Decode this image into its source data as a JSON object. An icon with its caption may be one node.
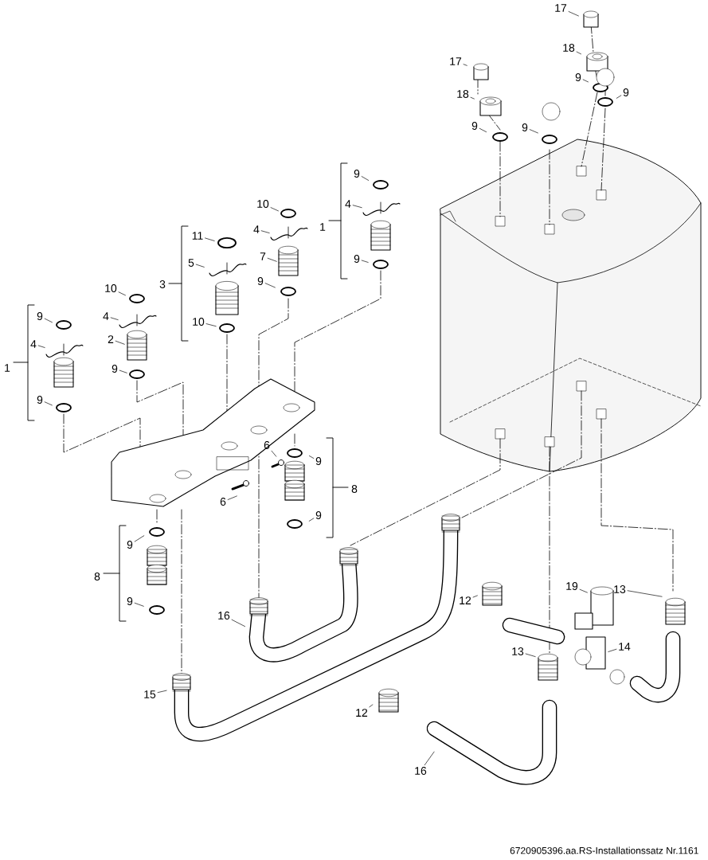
{
  "diagram": {
    "nodes": [
      {
        "text": [
          "17"
        ]
      },
      {
        "text": [
          "18"
        ]
      },
      {
        "text": [
          "9"
        ]
      },
      {
        "text": [
          "9"
        ]
      },
      {
        "text": [
          "17"
        ]
      },
      {
        "text": [
          "18"
        ]
      },
      {
        "text": [
          "9"
        ]
      },
      {
        "text": [
          "9"
        ]
      },
      {
        "text": [
          "9"
        ]
      },
      {
        "text": [
          "4"
        ]
      },
      {
        "text": [
          "10"
        ]
      },
      {
        "text": [
          "9"
        ]
      },
      {
        "text": [
          "11"
        ]
      },
      {
        "text": [
          "4"
        ]
      },
      {
        "text": [
          "7"
        ]
      },
      {
        "text": [
          "5"
        ]
      },
      {
        "text": [
          "9"
        ]
      },
      {
        "text": [
          "10"
        ]
      },
      {
        "text": [
          "9"
        ]
      },
      {
        "text": [
          "4"
        ]
      },
      {
        "text": [
          "10"
        ]
      },
      {
        "text": [
          "2"
        ]
      },
      {
        "text": [
          "4"
        ]
      },
      {
        "text": [
          "9"
        ]
      },
      {
        "text": [
          "9"
        ]
      },
      {
        "text": [
          "6"
        ]
      },
      {
        "text": [
          "9"
        ]
      },
      {
        "text": [
          "6"
        ]
      },
      {
        "text": [
          "9"
        ]
      },
      {
        "text": [
          "9"
        ]
      },
      {
        "text": [
          "9"
        ]
      },
      {
        "text": [
          "12"
        ]
      },
      {
        "text": [
          "19"
        ]
      },
      {
        "text": [
          "13"
        ]
      },
      {
        "text": [
          "16"
        ]
      },
      {
        "text": [
          "14"
        ]
      },
      {
        "text": [
          "13"
        ]
      },
      {
        "text": [
          "15"
        ]
      },
      {
        "text": [
          "12"
        ]
      },
      {
        "text": [
          "16"
        ]
      }
    ],
    "edges": [
      {
        "from": 0,
        "to": null,
        "arrow": "none"
      },
      {
        "from": 1,
        "to": null,
        "arrow": "none"
      },
      {
        "from": 2,
        "to": null,
        "arrow": "none"
      },
      {
        "from": 3,
        "to": null,
        "arrow": "none"
      },
      {
        "from": 4,
        "to": null,
        "arrow": "none"
      },
      {
        "from": 5,
        "to": null,
        "arrow": "none"
      },
      {
        "from": 6,
        "to": null,
        "arrow": "none"
      },
      {
        "from": 7,
        "to": null,
        "arrow": "none"
      },
      {
        "from": 8,
        "to": null,
        "arrow": "none"
      },
      {
        "from": 9,
        "to": null,
        "arrow": "none"
      },
      {
        "from": 10,
        "to": null,
        "arrow": "none"
      },
      {
        "from": 11,
        "to": null,
        "arrow": "none"
      },
      {
        "from": 12,
        "to": null,
        "arrow": "none"
      },
      {
        "from": 13,
        "to": null,
        "arrow": "none"
      },
      {
        "from": 14,
        "to": null,
        "arrow": "none"
      },
      {
        "from": 15,
        "to": null,
        "arrow": "none"
      },
      {
        "from": 16,
        "to": null,
        "arrow": "none"
      },
      {
        "from": 17,
        "to": null,
        "arrow": "none"
      },
      {
        "from": 18,
        "to": null,
        "arrow": "none"
      },
      {
        "from": 19,
        "to": null,
        "arrow": "none"
      },
      {
        "from": 20,
        "to": null,
        "arrow": "none"
      },
      {
        "from": 21,
        "to": null,
        "arrow": "none"
      },
      {
        "from": 22,
        "to": null,
        "arrow": "none"
      },
      {
        "from": 23,
        "to": null,
        "arrow": "none"
      },
      {
        "from": 24,
        "to": null,
        "arrow": "none"
      },
      {
        "from": 25,
        "to": null,
        "arrow": "none"
      },
      {
        "from": 26,
        "to": null,
        "arrow": "none"
      },
      {
        "from": 27,
        "to": null,
        "arrow": "none"
      },
      {
        "from": 28,
        "to": null,
        "arrow": "none"
      },
      {
        "from": 29,
        "to": null,
        "arrow": "none"
      },
      {
        "from": 30,
        "to": null,
        "arrow": "none"
      },
      {
        "from": 31,
        "to": null,
        "arrow": "none"
      },
      {
        "from": 32,
        "to": null,
        "arrow": "none"
      },
      {
        "from": 33,
        "to": null,
        "arrow": "none"
      },
      {
        "from": 34,
        "to": null,
        "arrow": "none"
      },
      {
        "from": 35,
        "to": null,
        "arrow": "none"
      },
      {
        "from": 36,
        "to": null,
        "arrow": "none"
      },
      {
        "from": 37,
        "to": null,
        "arrow": "none"
      },
      {
        "from": 38,
        "to": null,
        "arrow": "none"
      },
      {
        "from": 39,
        "to": null,
        "arrow": "none"
      }
    ],
    "labels": [
      "1",
      "3",
      "1",
      "8",
      "8",
      "6720905396.aa.RS-Installationssatz Nr.1161"
    ]
  }
}
